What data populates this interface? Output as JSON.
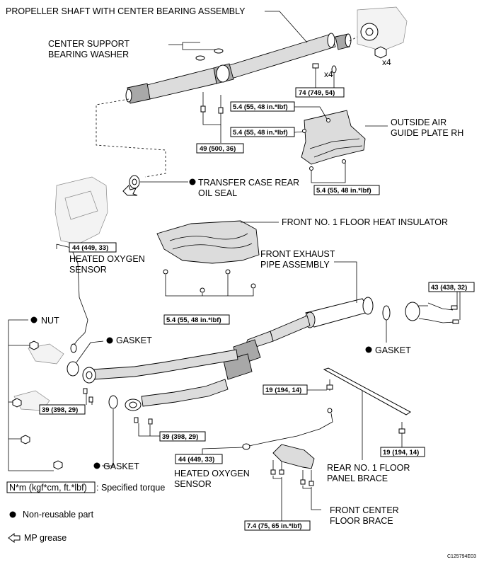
{
  "labels": {
    "propeller_shaft": "PROPELLER SHAFT WITH CENTER BEARING ASSEMBLY",
    "center_support_line1": "CENTER SUPPORT",
    "center_support_line2": "BEARING WASHER",
    "count_x4_a": "x4",
    "count_x4_b": "x4",
    "outside_air_line1": "OUTSIDE AIR",
    "outside_air_line2": "GUIDE PLATE RH",
    "transfer_case_line1": "TRANSFER CASE REAR",
    "transfer_case_line2": "OIL SEAL",
    "front_insulator": "FRONT NO. 1 FLOOR HEAT INSULATOR",
    "heated_o2_top_line1": "HEATED OXYGEN",
    "heated_o2_top_line2": "SENSOR",
    "front_exhaust_line1": "FRONT EXHAUST",
    "front_exhaust_line2": "PIPE ASSEMBLY",
    "nut": "NUT",
    "gasket_left_top": "GASKET",
    "gasket_right": "GASKET",
    "gasket_bottom": "GASKET",
    "heated_o2_bottom_line1": "HEATED OXYGEN",
    "heated_o2_bottom_line2": "SENSOR",
    "rear_brace_line1": "REAR NO. 1 FLOOR",
    "rear_brace_line2": "PANEL BRACE",
    "front_center_line1": "FRONT CENTER",
    "front_center_line2": "FLOOR BRACE"
  },
  "torques": {
    "t_74": "74 (749, 54)",
    "t_54_a": "5.4 (55, 48 in.*lbf)",
    "t_54_b": "5.4 (55, 48 in.*lbf)",
    "t_49": "49 (500, 36)",
    "t_54_c": "5.4 (55, 48 in.*lbf)",
    "t_44_top": "44 (449, 33)",
    "t_54_d": "5.4 (55, 48 in.*lbf)",
    "t_43": "43 (438, 32)",
    "t_19_a": "19 (194, 14)",
    "t_39_a": "39 (398, 29)",
    "t_39_b": "39 (398, 29)",
    "t_44_bottom": "44 (449, 33)",
    "t_19_b": "19 (194, 14)",
    "t_74_small": "7.4 (75, 65 in.*lbf)"
  },
  "legend": {
    "torque_unit": "N*m (kgf*cm, ft.*lbf)",
    "torque_desc": ": Specified torque",
    "non_reusable": "Non-reusable part",
    "mp_grease": "MP grease"
  },
  "figure_id": "C125794E03"
}
